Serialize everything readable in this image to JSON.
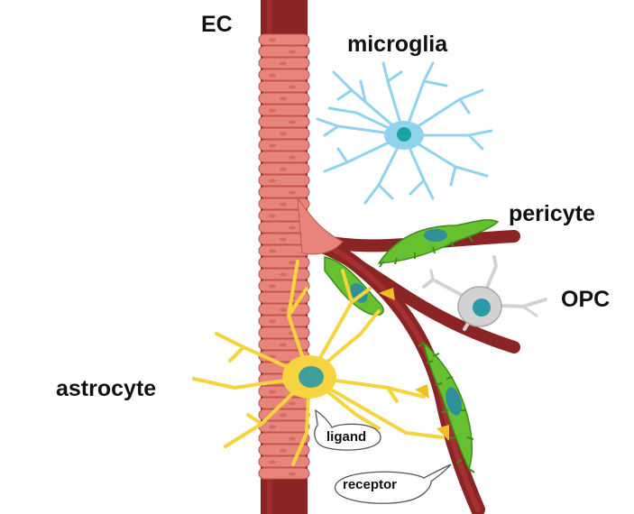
{
  "labels": {
    "ec": "EC",
    "microglia": "microglia",
    "pericyte": "pericyte",
    "opc": "OPC",
    "astrocyte": "astrocyte",
    "ligand": "ligand",
    "receptor": "receptor"
  },
  "colors": {
    "vessel_dark": "#8b2525",
    "vessel_mid": "#b53a3a",
    "endothelial": "#e7857c",
    "endothelial_edge": "#c4554c",
    "microglia": "#8fd3ee",
    "microglia_nucleus": "#19a3a3",
    "pericyte": "#66c02f",
    "pericyte_edge": "#3e8d1b",
    "pericyte_nucleus": "#2f8f9a",
    "opc": "#d2d2d2",
    "opc_nucleus": "#2a9ba6",
    "astrocyte": "#f5d440",
    "astrocyte_nucleus": "#3f9f9a",
    "ligand_receptor": "#f0c020"
  }
}
